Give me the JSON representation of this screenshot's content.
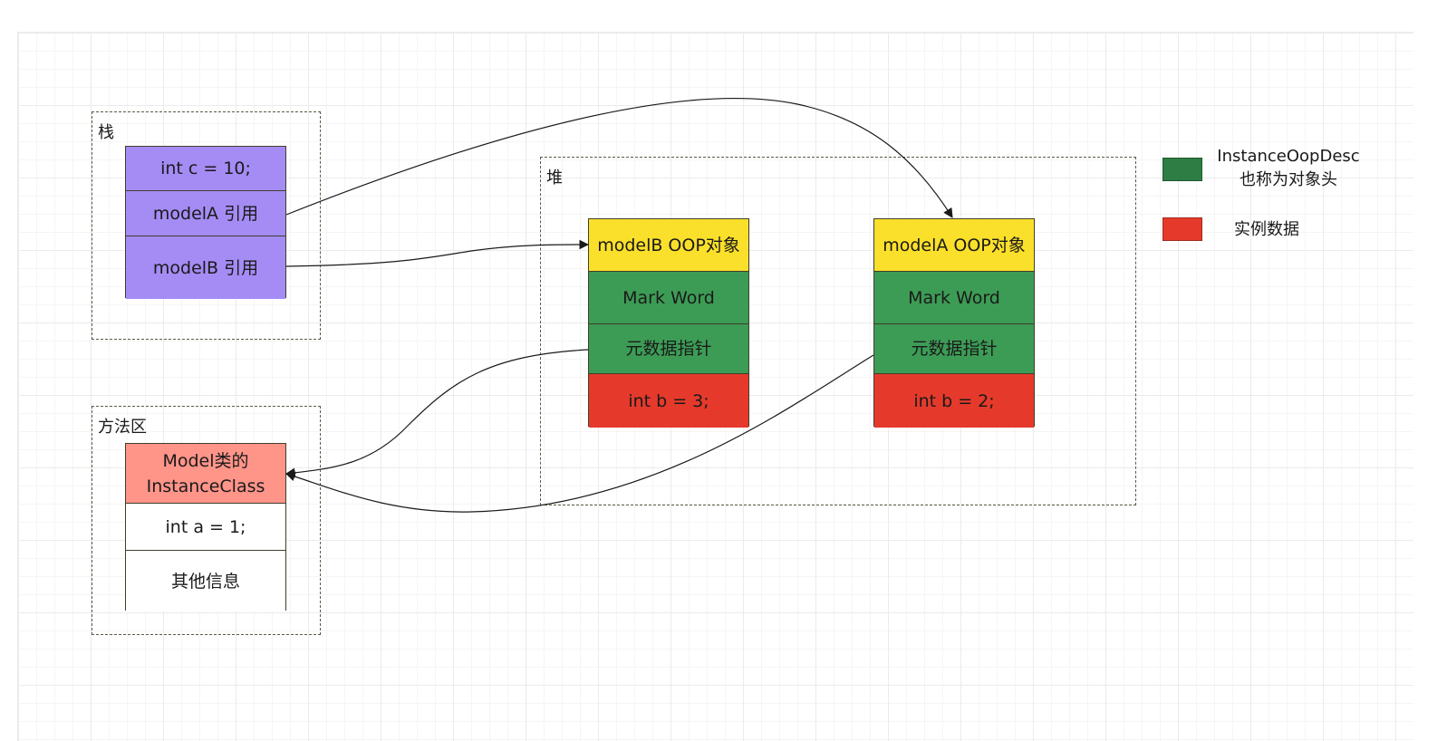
{
  "regions": {
    "stack": {
      "label": "栈"
    },
    "method_area": {
      "label": "方法区"
    },
    "heap": {
      "label": "堆"
    }
  },
  "stack_cells": [
    "int c = 10;",
    "modelA 引用",
    "modelB 引用"
  ],
  "method_cells": {
    "class_line1": "Model类的",
    "class_line2": "InstanceClass",
    "field": "int a = 1;",
    "other": "其他信息"
  },
  "heap_objects": {
    "modelB": {
      "title": "modelB OOP对象",
      "mark": "Mark Word",
      "meta": "元数据指针",
      "data": "int b = 3;"
    },
    "modelA": {
      "title": "modelA OOP对象",
      "mark": "Mark Word",
      "meta": "元数据指针",
      "data": "int b = 2;"
    }
  },
  "legend": {
    "header_line1": "InstanceOopDesc",
    "header_line2": "也称为对象头",
    "header_color": "#2e7d44",
    "instance": "实例数据",
    "instance_color": "#e53a2b"
  }
}
